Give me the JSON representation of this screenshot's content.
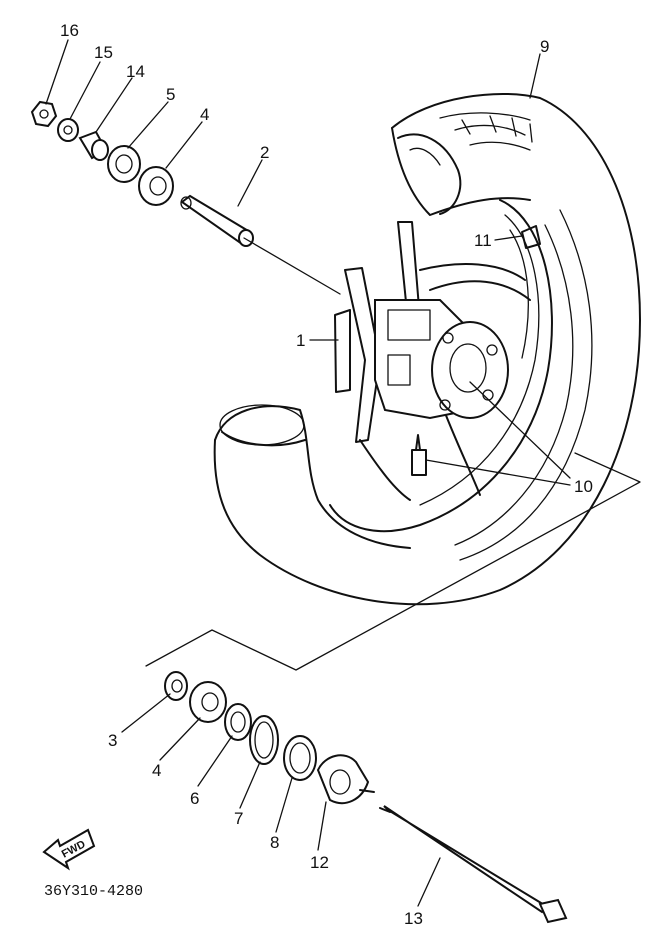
{
  "diagram_code": "36Y310-4280",
  "fwd_label": "FWD",
  "callouts": {
    "n1": "1",
    "n2": "2",
    "n3": "3",
    "n4a": "4",
    "n4b": "4",
    "n5": "5",
    "n6": "6",
    "n7": "7",
    "n8": "8",
    "n9": "9",
    "n10": "10",
    "n11": "11",
    "n12": "12",
    "n13": "13",
    "n14": "14",
    "n15": "15",
    "n16": "16"
  }
}
